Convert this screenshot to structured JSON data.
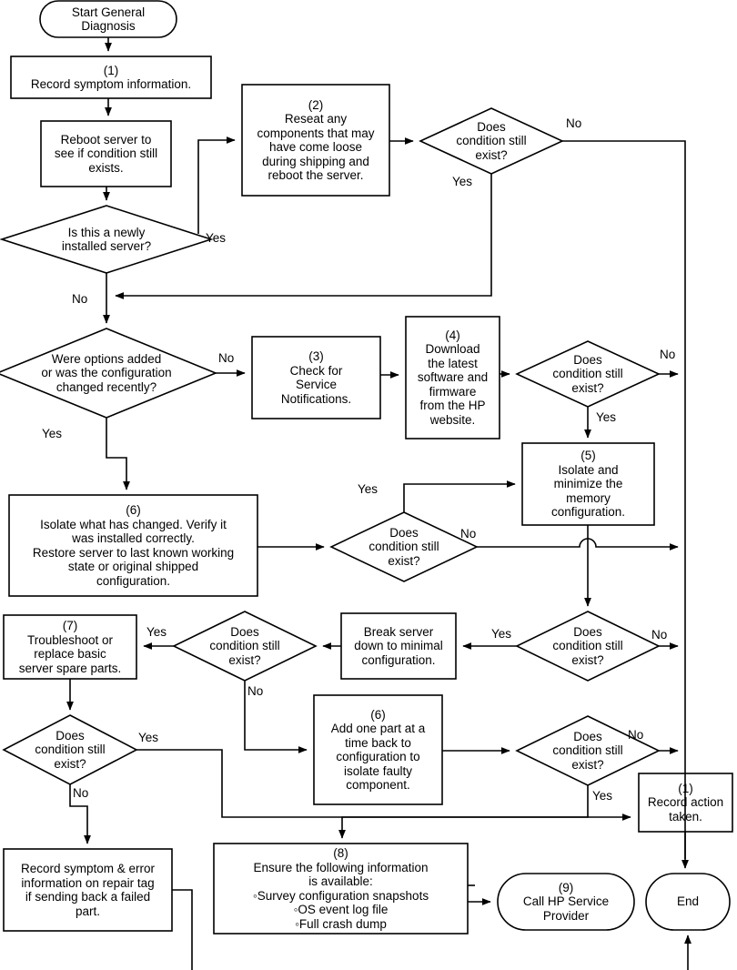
{
  "diagram": {
    "title": "General Diagnosis Flowchart",
    "colors": {
      "stroke": "#000000",
      "fill": "#ffffff",
      "text": "#000000"
    },
    "nodes": {
      "start": {
        "id": "start",
        "shape": "terminator",
        "text": "Start General\nDiagnosis"
      },
      "n1_record_symptom": {
        "id": "1",
        "shape": "process",
        "text": "(1)\nRecord symptom information."
      },
      "reboot_server": {
        "id": "reboot",
        "shape": "process",
        "text": "Reboot server to\nsee if condition still\nexists."
      },
      "d_newly_installed": {
        "id": "d1",
        "shape": "decision",
        "text": "Is this a newly\ninstalled server?"
      },
      "n2_reseat": {
        "id": "2",
        "shape": "process",
        "text": "(2)\nReseat any\ncomponents that may\nhave come loose\nduring shipping and\nreboot the server."
      },
      "d_cond_1": {
        "id": "d2",
        "shape": "decision",
        "text": "Does\ncondition still\nexist?"
      },
      "d_options_added": {
        "id": "d3",
        "shape": "decision",
        "text": "Were options added\nor was the configuration\nchanged recently?"
      },
      "n3_service_notifications": {
        "id": "3",
        "shape": "process",
        "text": "(3)\nCheck for\nService\nNotifications."
      },
      "n4_download": {
        "id": "4",
        "shape": "process",
        "text": "(4)\nDownload\nthe latest\nsoftware and\nfirmware\nfrom the HP\nwebsite."
      },
      "d_cond_2": {
        "id": "d4",
        "shape": "decision",
        "text": "Does\ncondition still\nexist?"
      },
      "n5_memory": {
        "id": "5",
        "shape": "process",
        "text": "(5)\nIsolate and\nminimize the\nmemory\nconfiguration."
      },
      "n6_isolate_changed": {
        "id": "6a",
        "shape": "process",
        "text": "(6)\nIsolate what has changed. Verify it\nwas installed correctly.\nRestore server to last known working\nstate or original shipped\nconfiguration."
      },
      "d_cond_3": {
        "id": "d5",
        "shape": "decision",
        "text": "Does\ncondition still\nexist?"
      },
      "d_cond_4": {
        "id": "d6",
        "shape": "decision",
        "text": "Does\ncondition still\nexist?"
      },
      "break_down": {
        "id": "break",
        "shape": "process",
        "text": "Break server\ndown to minimal\nconfiguration."
      },
      "d_cond_5": {
        "id": "d7",
        "shape": "decision",
        "text": "Does\ncondition still\nexist?"
      },
      "n7_troubleshoot": {
        "id": "7",
        "shape": "process",
        "text": "(7)\nTroubleshoot or\nreplace basic\nserver spare parts."
      },
      "d_cond_6": {
        "id": "d8",
        "shape": "decision",
        "text": "Does\ncondition still\nexist?"
      },
      "n6_add_one_part": {
        "id": "6b",
        "shape": "process",
        "text": "(6)\nAdd one part at a\ntime back to\nconfiguration to\nisolate faulty\ncomponent."
      },
      "d_cond_7": {
        "id": "d9",
        "shape": "decision",
        "text": "Does\ncondition still\nexist?"
      },
      "n1_record_action": {
        "id": "1b",
        "shape": "process",
        "text": "(1)\nRecord action\ntaken."
      },
      "record_symptom_error": {
        "id": "rec",
        "shape": "process",
        "text": "Record symptom & error\ninformation on repair tag\nif sending back a failed\npart."
      },
      "n8_ensure_info": {
        "id": "8",
        "shape": "process",
        "text": "(8)\nEnsure the following information\nis available:\n◦Survey configuration snapshots\n◦OS event log file\n◦Full crash dump"
      },
      "n9_call_hp": {
        "id": "9",
        "shape": "terminator",
        "text": "(9)\nCall HP Service\nProvider"
      },
      "end": {
        "id": "end",
        "shape": "terminator",
        "text": "End"
      }
    },
    "edge_labels": [
      {
        "key": "yes_newly_installed",
        "text": "Yes"
      },
      {
        "key": "no_newly_installed",
        "text": "No"
      },
      {
        "key": "no_cond_1",
        "text": "No"
      },
      {
        "key": "yes_cond_1",
        "text": "Yes"
      },
      {
        "key": "no_options_added",
        "text": "No"
      },
      {
        "key": "yes_options_added",
        "text": "Yes"
      },
      {
        "key": "no_cond_2",
        "text": "No"
      },
      {
        "key": "yes_cond_2",
        "text": "Yes"
      },
      {
        "key": "yes_cond_3",
        "text": "Yes"
      },
      {
        "key": "no_cond_3",
        "text": "No"
      },
      {
        "key": "yes_cond_4",
        "text": "Yes"
      },
      {
        "key": "no_cond_4",
        "text": "No"
      },
      {
        "key": "yes_cond_5",
        "text": "Yes"
      },
      {
        "key": "no_cond_5",
        "text": "No"
      },
      {
        "key": "yes_cond_6",
        "text": "Yes"
      },
      {
        "key": "no_cond_6",
        "text": "No"
      },
      {
        "key": "no_cond_7",
        "text": "No"
      },
      {
        "key": "yes_cond_7",
        "text": "Yes"
      }
    ]
  }
}
